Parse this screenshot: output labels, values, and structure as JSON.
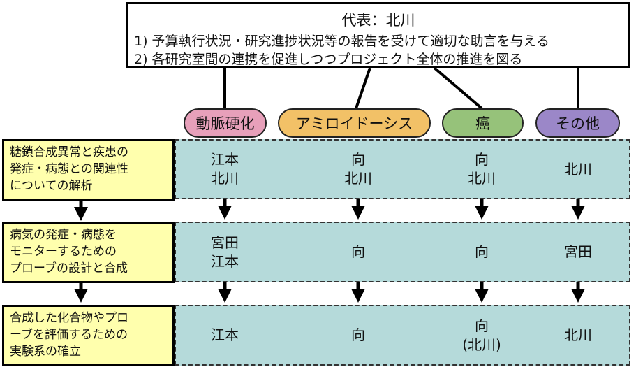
{
  "director": {
    "title": "代表：北川",
    "duty1": "1) 予算執行状況・研究進捗状況等の報告を受けて適切な助言を与える",
    "duty2": "2) 各研究室間の連携を促進しつつプロジェクト全体の推進を図る"
  },
  "diseases": [
    {
      "label": "動脈硬化",
      "color": "#e7a0ba"
    },
    {
      "label": "アミロイドーシス",
      "color": "#f2c167"
    },
    {
      "label": "癌",
      "color": "#96c27a"
    },
    {
      "label": "その他",
      "color": "#9b87c8"
    }
  ],
  "rows": [
    {
      "theme": [
        "糖鎖合成異常と疾患の",
        "発症・病態との関連性",
        "についての解析"
      ],
      "cells": [
        [
          "江本",
          "北川"
        ],
        [
          "向",
          "北川"
        ],
        [
          "向",
          "北川"
        ],
        [
          "北川"
        ]
      ]
    },
    {
      "theme": [
        "病気の発症・病態を",
        "モニターするための",
        "プローブの設計と合成"
      ],
      "cells": [
        [
          "宮田",
          "江本"
        ],
        [
          "向"
        ],
        [
          "向"
        ],
        [
          "宮田"
        ]
      ]
    },
    {
      "theme": [
        "合成した化合物やプロ",
        "ーブを評価するための",
        "実験系の確立"
      ],
      "cells": [
        [
          "江本"
        ],
        [
          "向"
        ],
        [
          "向",
          "(北川)"
        ],
        [
          "北川"
        ]
      ]
    }
  ],
  "colors": {
    "band": "#b5dada",
    "theme": "#ffffad"
  }
}
